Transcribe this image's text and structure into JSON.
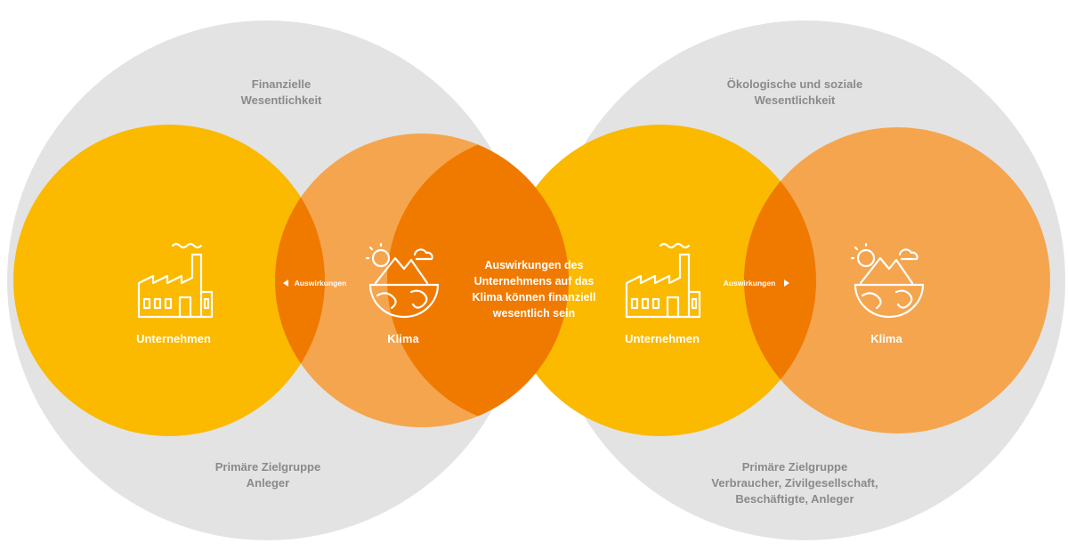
{
  "left_group": {
    "title_line1": "Finanzielle",
    "title_line2": "Wesentlichkeit",
    "audience_line1": "Primäre Zielgruppe",
    "audience_line2": "Anleger",
    "company_label": "Unternehmen",
    "climate_label": "Klima",
    "arrow_label": "Auswirkungen",
    "arrow_direction": "left"
  },
  "right_group": {
    "title_line1": "Ökologische und soziale",
    "title_line2": "Wesentlichkeit",
    "audience_line1": "Primäre Zielgruppe",
    "audience_line2": "Verbraucher, Zivilgesellschaft,",
    "audience_line3": "Beschäftigte, Anleger",
    "company_label": "Unternehmen",
    "climate_label": "Klima",
    "arrow_label": "Auswirkungen",
    "arrow_direction": "right"
  },
  "center": {
    "line1": "Auswirkungen des",
    "line2": "Unternehmens auf das",
    "line3": "Klima können finanziell",
    "line4": "wesentlich sein"
  },
  "colors": {
    "background_circle": "#e3e3e3",
    "company_circle": "#fbb900",
    "climate_circle": "#f5a54e",
    "overlap": "#f07a00",
    "grey_text": "#8a8a8a",
    "white_text": "#ffffff"
  },
  "icons": {
    "company": "factory-icon",
    "climate": "earth-landscape-icon"
  }
}
